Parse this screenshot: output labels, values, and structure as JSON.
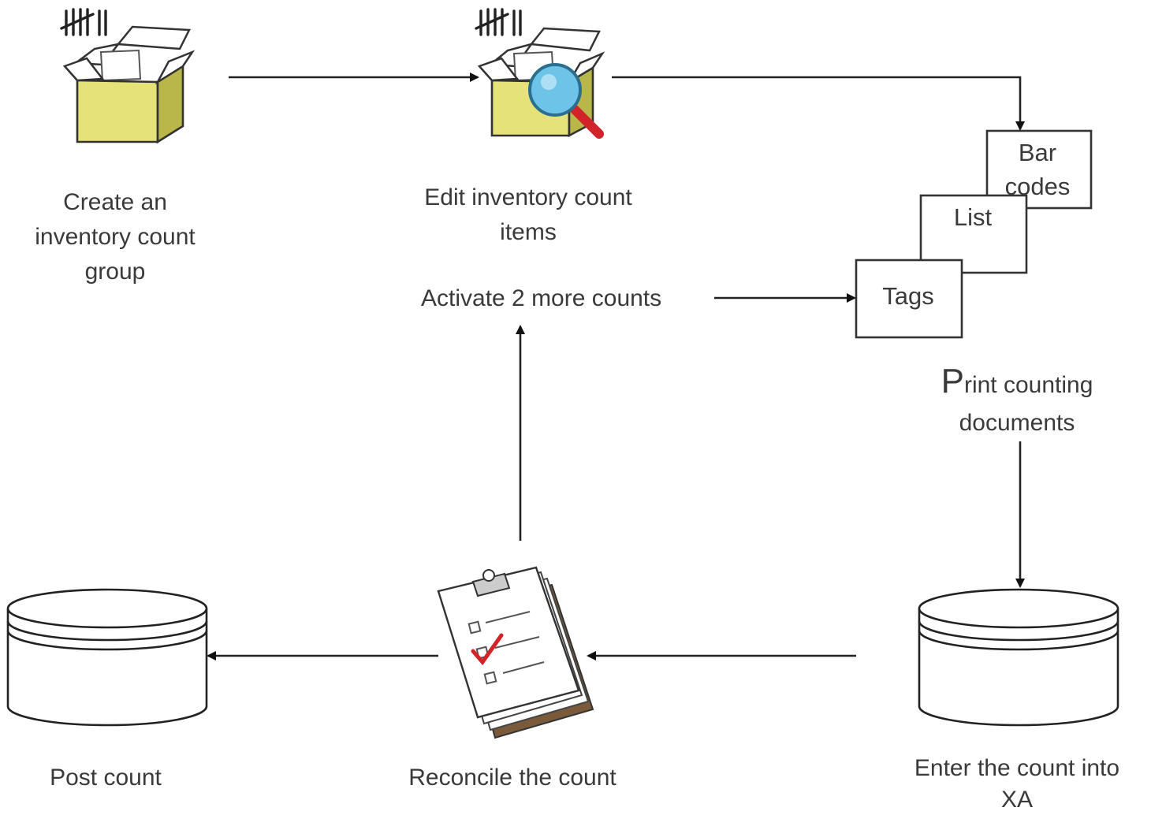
{
  "steps": {
    "create": [
      "Create  an",
      "inventory count",
      "group"
    ],
    "edit": [
      "Edit inventory count",
      "items"
    ],
    "activate": "Activate 2 more counts",
    "print_first": "P",
    "print_rest": "rint counting",
    "print_line2": "documents",
    "enter": [
      "Enter the count into",
      "XA"
    ],
    "reconcile": "Reconcile the count",
    "post": "Post count"
  },
  "documents": {
    "barcodes": [
      "Bar",
      "codes"
    ],
    "list": "List",
    "tags": "Tags"
  },
  "icons": {
    "create": "open-box-tally-icon",
    "edit": "open-box-magnifier-icon",
    "reconcile": "checklist-clipboard-icon",
    "database": "database-cylinder-icon"
  },
  "colors": {
    "box": "#e6e27a",
    "box_dark": "#b9b64a",
    "magnifier": "#6ec3e8",
    "handle": "#d2232a",
    "check": "#d2232a"
  }
}
